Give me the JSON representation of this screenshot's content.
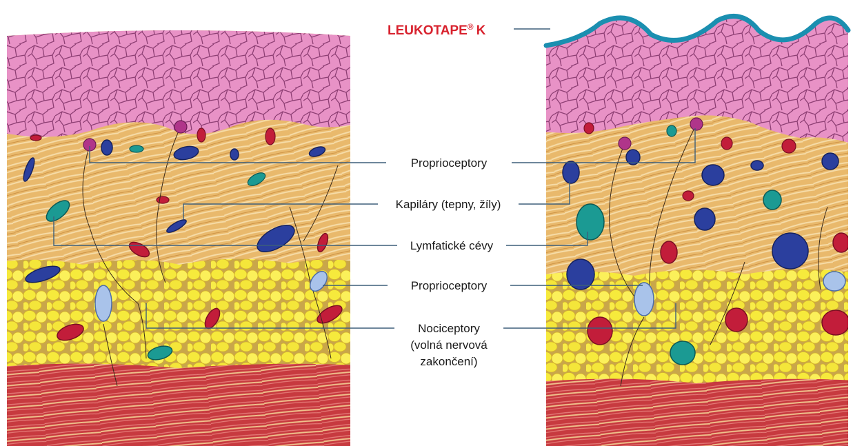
{
  "brand": {
    "name": "LEUKOTAPE",
    "mark": "®",
    "suffix": "K"
  },
  "labels": {
    "proprioceptors_top": "Proprioceptory",
    "capillaries": "Kapiláry (tepny, žíly)",
    "lymph_vessels": "Lymfatické cévy",
    "proprioceptors_bottom": "Proprioceptory",
    "nociceptors_line1": "Nociceptory",
    "nociceptors_line2": "(volná nervová",
    "nociceptors_line3": "zakončení)"
  },
  "colors": {
    "brand_red": "#d8222e",
    "tape_blue": "#1b8fb0",
    "epidermis": "#e88dc4",
    "dermis": "#e8b66a",
    "fat": "#f6ea3c",
    "muscle": "#c9343c",
    "vein": "#2b3f9e",
    "artery": "#c21d3a",
    "lymph": "#1b9a93",
    "leader": "#3d5f7a"
  }
}
